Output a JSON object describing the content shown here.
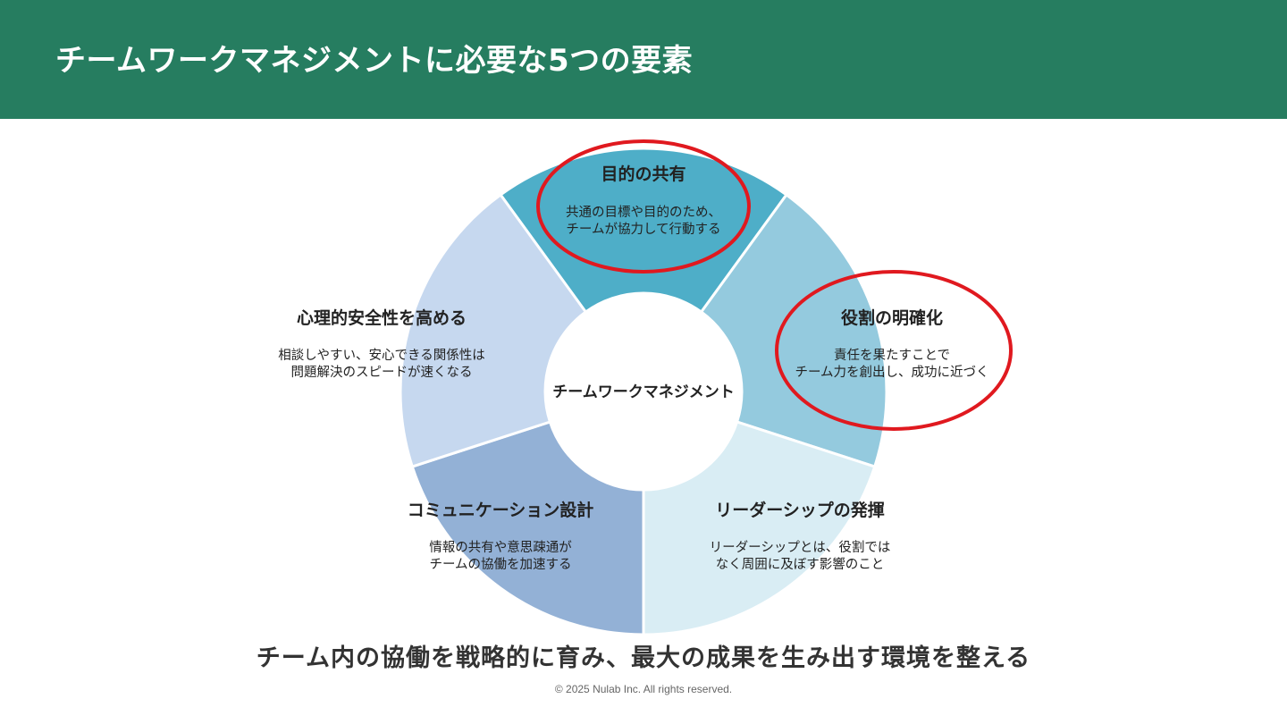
{
  "header": {
    "title": "チームワークマネジメントに必要な5つの要素",
    "background_color": "#267d60"
  },
  "diagram": {
    "center_label": "チームワークマネジメント",
    "segments": [
      {
        "key": "purpose",
        "title": "目的の共有",
        "desc_lines": [
          "共通の目標や目的のため、",
          "チームが協力して行動する"
        ],
        "color": "#4eaec8",
        "highlighted": true
      },
      {
        "key": "roles",
        "title": "役割の明確化",
        "desc_lines": [
          "責任を果たすことで",
          "チーム力を創出し、成功に近づく"
        ],
        "color": "#94cade",
        "highlighted": true
      },
      {
        "key": "leadership",
        "title": "リーダーシップの発揮",
        "desc_lines": [
          "リーダーシップとは、役割では",
          "なく周囲に及ぼす影響のこと"
        ],
        "color": "#d9edf4",
        "highlighted": false
      },
      {
        "key": "communication",
        "title": "コミュニケーション設計",
        "desc_lines": [
          "情報の共有や意思疎通が",
          "チームの協働を加速する"
        ],
        "color": "#93b1d6",
        "highlighted": false
      },
      {
        "key": "safety",
        "title": "心理的安全性を高める",
        "desc_lines": [
          "相談しやすい、安心できる関係性は",
          "問題解決のスピードが速くなる"
        ],
        "color": "#c6d8ef",
        "highlighted": false
      }
    ],
    "highlight_color": "#e0191f"
  },
  "tagline": "チーム内の協働を戦略的に育み、最大の成果を生み出す環境を整える",
  "copyright": "© 2025  Nulab Inc. All rights reserved."
}
